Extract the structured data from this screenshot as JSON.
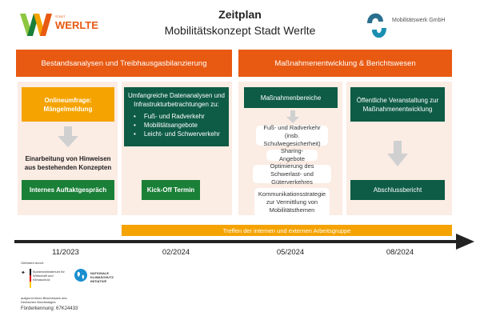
{
  "header": {
    "title": "Zeitplan",
    "subtitle": "Mobilitätskonzept Stadt Werlte",
    "logo_left": {
      "small": "STADT",
      "big": "WERLTE"
    },
    "logo_right": "Mobilitätswerk GmbH"
  },
  "phases": [
    "Bestandsanalysen und Treibhausgasbilanzierung",
    "Maßnahmenentwicklung & Berichtswesen"
  ],
  "col1": {
    "survey": "Onlineumfrage: Mängelmeldung",
    "integration": "Einarbeitung von Hinweisen aus bestehenden Konzepten",
    "milestone": "Internes Auftaktgespräch"
  },
  "col2": {
    "analysis": "Umfangreiche Datenanalysen und Infrastrukturbetrachtungen zu:",
    "items": [
      "Fuß- und Radverkehr",
      "Mobilitätsangebote",
      "Leicht- und Schwerverkehr"
    ],
    "milestone": "Kick-Off Termin"
  },
  "col3": {
    "header": "Maßnahmenbereiche",
    "areas": [
      "Fuß- und Radverkehr",
      "(insb. Schulwegesicherheit)",
      "Sharing-Angebote",
      "Optimierung des Schwerlast- und Güterverkehres",
      "Kommunikationsstrategie zur Vermittlung von Mobilitätsthemen"
    ]
  },
  "col4": {
    "event": "Öffentliche Veranstaltung zur Maßnahmenentwicklung",
    "milestone": "Abschlussbericht"
  },
  "meetings_bar": "Treffen der internen und externen Arbeitsgruppe",
  "timeline": [
    "11/2023",
    "02/2024",
    "05/2024",
    "08/2024"
  ],
  "footer": {
    "funded_by": "Gefördert durch:",
    "ministry": "Bundesministerium für Wirtschaft und Klimaschutz",
    "nki": "NATIONALE KLIMASCHUTZ INITIATIVE",
    "resolution": "aufgrund eines Beschlusses des Deutschen Bundestages",
    "funding_id": "Förderkennung: 67K24433"
  }
}
